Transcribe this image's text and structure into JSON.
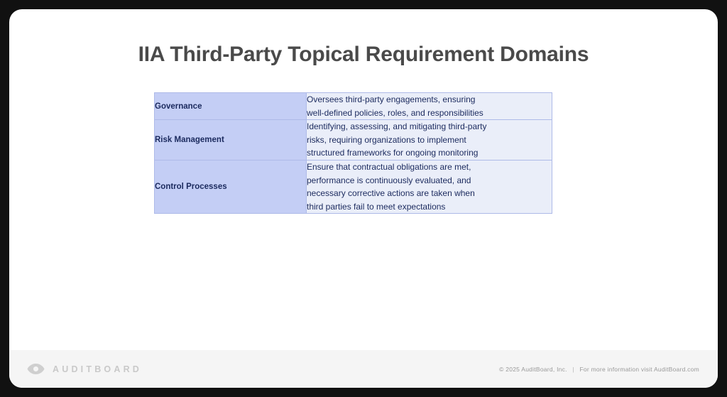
{
  "slide": {
    "title": "IIA Third-Party Topical Requirement Domains",
    "table": {
      "rows": [
        {
          "name": "Governance",
          "description": "Oversees third-party engagements, ensuring well-defined policies, roles, and responsibilities",
          "description_lines": [
            "Oversees third-party engagements, ensuring",
            "well-defined policies, roles, and responsibilities"
          ]
        },
        {
          "name": "Risk Management",
          "description": "Identifying, assessing, and mitigating third-party risks, requiring organizations to implement structured frameworks for ongoing monitoring",
          "description_lines": [
            "Identifying, assessing, and mitigating third-party",
            "risks, requiring organizations to implement",
            "structured frameworks for ongoing monitoring"
          ]
        },
        {
          "name": "Control Processes",
          "description": "Ensure that contractual obligations are met, performance is continuously evaluated, and necessary corrective actions are taken when third parties fail to meet expectations",
          "description_lines": [
            "Ensure that contractual obligations are met,",
            "performance is continuously evaluated, and",
            "necessary corrective actions are taken when",
            "third parties fail to meet expectations"
          ]
        }
      ]
    }
  },
  "footer": {
    "logo_icon": "auditboard-lens-icon",
    "brand_name": "AUDITBOARD",
    "copyright": "© 2025  AuditBoard, Inc.",
    "separator": "|",
    "info": "For more information visit AuditBoard.com"
  },
  "colors": {
    "frame": "#111111",
    "slide_background": "#ffffff",
    "title_text": "#4a4a4a",
    "name_cell_fill": "#c4cef5",
    "desc_cell_fill": "#eaeef9",
    "cell_border": "#aebae8",
    "cell_text": "#1b2a5e",
    "footer_background": "#f5f5f5",
    "footer_text": "#9a9a9a",
    "brand_text": "#c9c9c9"
  }
}
